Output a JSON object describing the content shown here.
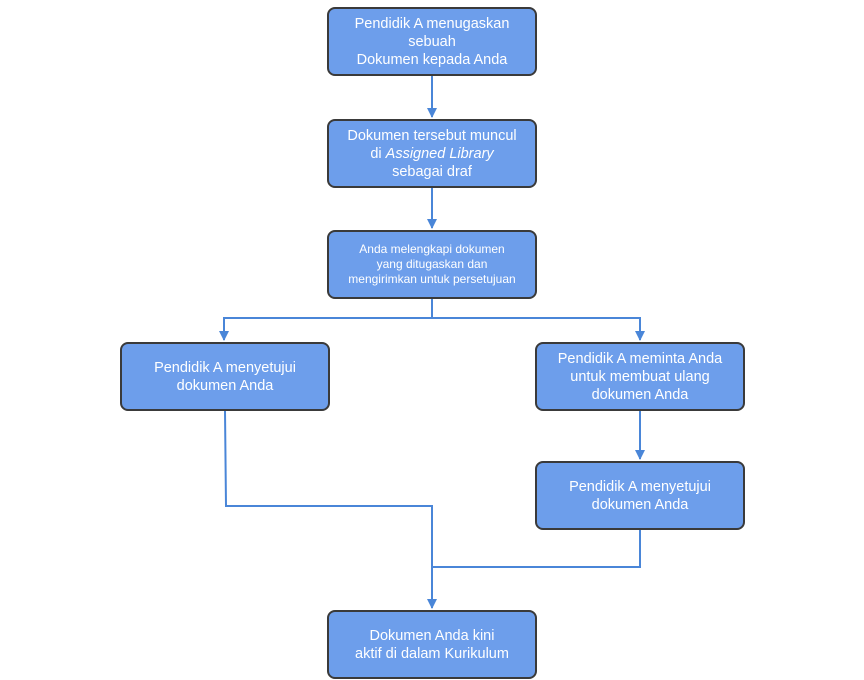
{
  "nodes": {
    "n1": {
      "label": "Pendidik A menugaskan\nsebuah\nDokumen kepada Anda"
    },
    "n2": {
      "line1": "Dokumen tersebut muncul",
      "line2_prefix": "di ",
      "line2_italic": "Assigned Library",
      "line3": "sebagai draf"
    },
    "n3": {
      "label": "Anda melengkapi dokumen\nyang ditugaskan dan\nmengirimkan untuk persetujuan"
    },
    "n4": {
      "label": "Pendidik A menyetujui\ndokumen Anda"
    },
    "n5": {
      "label": "Pendidik A meminta Anda\nuntuk membuat ulang\ndokumen Anda"
    },
    "n6": {
      "label": "Pendidik A menyetujui\ndokumen Anda"
    },
    "n7": {
      "label": "Dokumen Anda kini\naktif di dalam Kurikulum"
    }
  },
  "colors": {
    "node_fill": "#6d9eeb",
    "node_border": "#3a3a3a",
    "node_text": "#ffffff",
    "connector": "#4a86d8"
  }
}
